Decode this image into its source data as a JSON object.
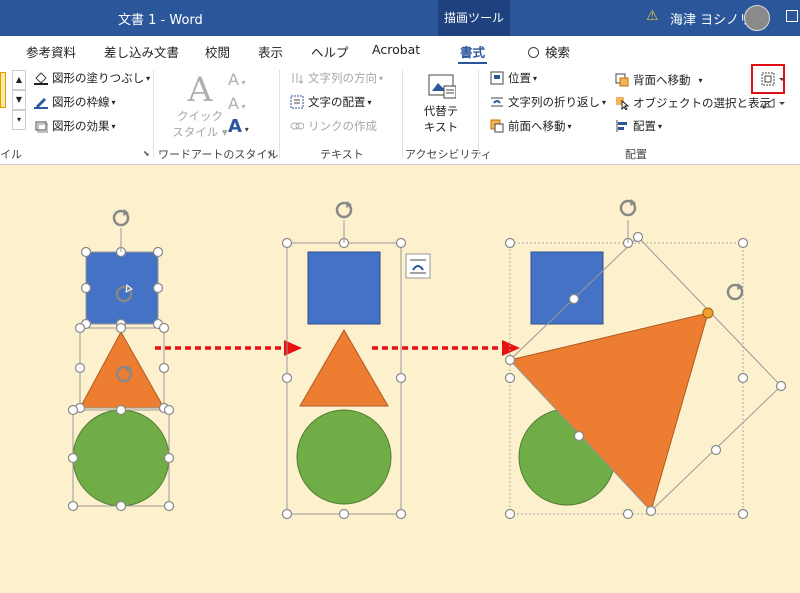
{
  "window": {
    "title": "文書 1  -  Word",
    "context_tab": "描画ツール",
    "user": "海津 ヨシノリ"
  },
  "tabs": [
    "参考資料",
    "差し込み文書",
    "校閲",
    "表示",
    "ヘルプ",
    "Acrobat",
    "書式",
    "検索"
  ],
  "ribbon": {
    "shape_styles": {
      "fill": "図形の塗りつぶし",
      "outline": "図形の枠線",
      "effects": "図形の効果",
      "group_label": "イル"
    },
    "wordart": {
      "quick_style": "クイック",
      "quick_style2": "スタイル",
      "group_label": "ワードアートのスタイル"
    },
    "text": {
      "direction": "文字列の方向",
      "align": "文字の配置",
      "link": "リンクの作成",
      "group_label": "テキスト"
    },
    "accessibility": {
      "alt_text1": "代替テ",
      "alt_text2": "キスト",
      "group_label": "アクセシビリティ"
    },
    "arrange": {
      "position": "位置",
      "wrap": "文字列の折り返し",
      "forward": "前面へ移動",
      "backward": "背面へ移動",
      "selection": "オブジェクトの選択と表示",
      "align": "配置",
      "group_label": "配置"
    }
  },
  "colors": {
    "ribbon_blue": "#2b579a",
    "canvas_bg": "#fdf0cd",
    "square": "#4472c4",
    "triangle": "#ed7d31",
    "circle": "#70ad47",
    "arrow": "#e81010"
  }
}
